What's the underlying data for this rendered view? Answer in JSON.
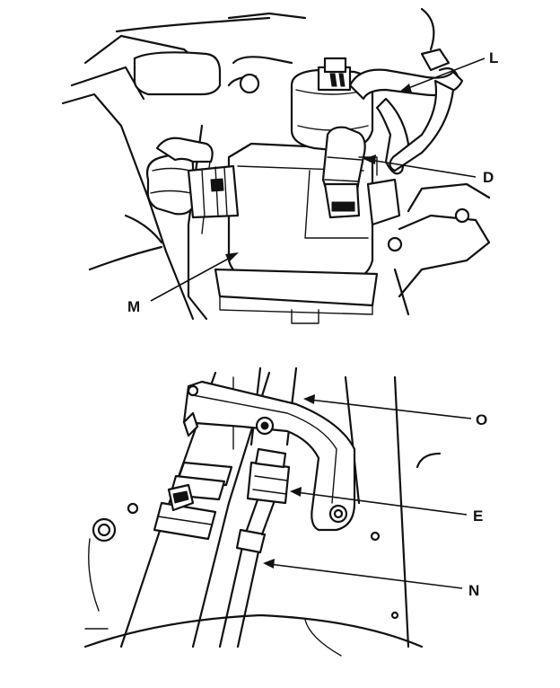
{
  "callouts": {
    "L": "L",
    "D": "D",
    "M": "M",
    "O": "O",
    "E": "E",
    "N": "N"
  }
}
